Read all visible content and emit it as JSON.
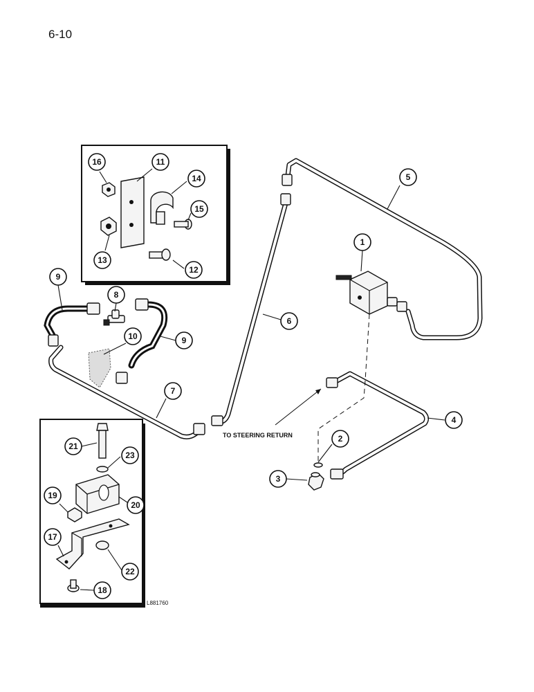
{
  "page": {
    "number": "6-10"
  },
  "figure": {
    "annotation": "TO STEERING RETURN",
    "figure_code": "L881760",
    "callouts": [
      "1",
      "2",
      "3",
      "4",
      "5",
      "6",
      "7",
      "8",
      "9",
      "9",
      "10",
      "11",
      "12",
      "13",
      "14",
      "15",
      "16",
      "17",
      "18",
      "19",
      "20",
      "21",
      "22",
      "23"
    ]
  }
}
